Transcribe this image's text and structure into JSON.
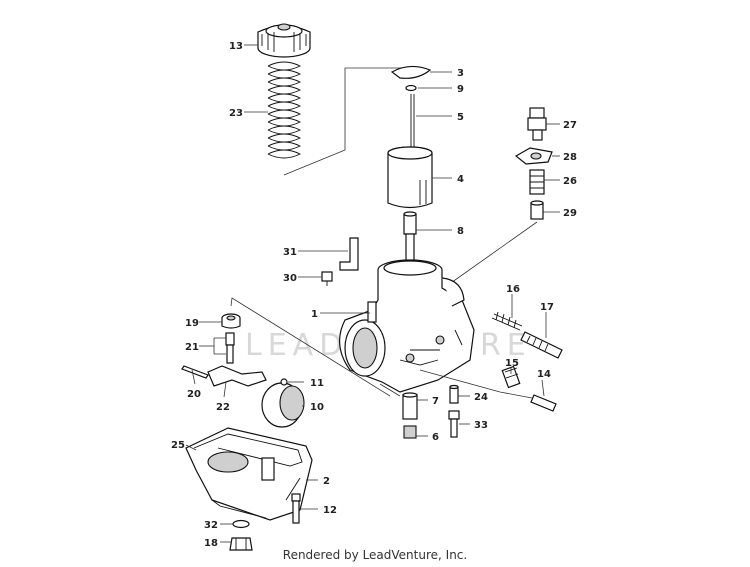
{
  "footer": "Rendered by LeadVenture, Inc.",
  "watermark": "LEADVENTURE",
  "callouts": [
    {
      "id": "c13",
      "text": "13"
    },
    {
      "id": "c23",
      "text": "23"
    },
    {
      "id": "c3",
      "text": "3"
    },
    {
      "id": "c9",
      "text": "9"
    },
    {
      "id": "c5",
      "text": "5"
    },
    {
      "id": "c4",
      "text": "4"
    },
    {
      "id": "c8",
      "text": "8"
    },
    {
      "id": "c27",
      "text": "27"
    },
    {
      "id": "c28",
      "text": "28"
    },
    {
      "id": "c26",
      "text": "26"
    },
    {
      "id": "c29",
      "text": "29"
    },
    {
      "id": "c31",
      "text": "31"
    },
    {
      "id": "c30",
      "text": "30"
    },
    {
      "id": "c1",
      "text": "1"
    },
    {
      "id": "c16",
      "text": "16"
    },
    {
      "id": "c17",
      "text": "17"
    },
    {
      "id": "c19",
      "text": "19"
    },
    {
      "id": "c21",
      "text": "21"
    },
    {
      "id": "c20",
      "text": "20"
    },
    {
      "id": "c22",
      "text": "22"
    },
    {
      "id": "c11",
      "text": "11"
    },
    {
      "id": "c10",
      "text": "10"
    },
    {
      "id": "c15",
      "text": "15"
    },
    {
      "id": "c14",
      "text": "14"
    },
    {
      "id": "c7",
      "text": "7"
    },
    {
      "id": "c24",
      "text": "24"
    },
    {
      "id": "c33",
      "text": "33"
    },
    {
      "id": "c6",
      "text": "6"
    },
    {
      "id": "c25",
      "text": "25"
    },
    {
      "id": "c2",
      "text": "2"
    },
    {
      "id": "c12",
      "text": "12"
    },
    {
      "id": "c32",
      "text": "32"
    },
    {
      "id": "c18",
      "text": "18"
    }
  ]
}
